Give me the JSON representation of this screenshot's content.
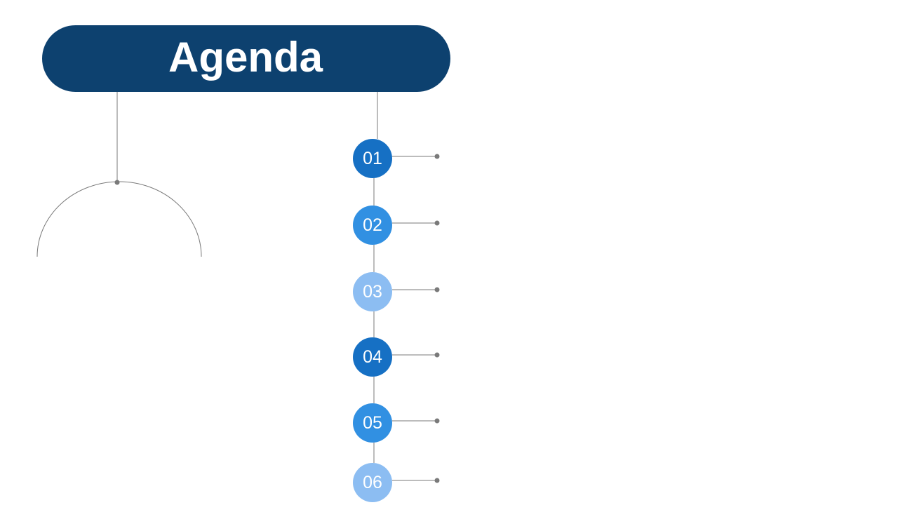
{
  "title": "Agenda",
  "colors": {
    "banner": "#0d416f",
    "connector": "#7a7a7a",
    "dark_blue": "#1670c4",
    "mid_blue": "#3190e2",
    "light_blue": "#8cbdf2"
  },
  "agenda_items": [
    {
      "number": "01",
      "color": "#1670c4"
    },
    {
      "number": "02",
      "color": "#3190e2"
    },
    {
      "number": "03",
      "color": "#8cbdf2"
    },
    {
      "number": "04",
      "color": "#1670c4"
    },
    {
      "number": "05",
      "color": "#3190e2"
    },
    {
      "number": "06",
      "color": "#8cbdf2"
    }
  ]
}
